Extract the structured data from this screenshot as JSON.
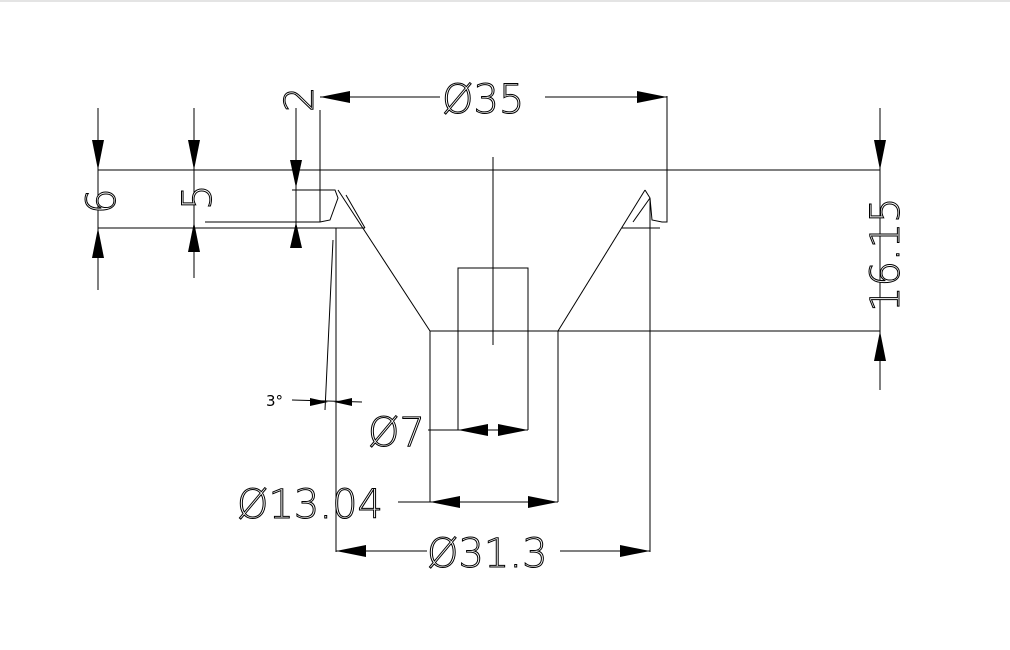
{
  "drawing": {
    "dimensions": {
      "dia_35": "Ø35",
      "dia_31_3": "Ø31.3",
      "dia_13_04": "Ø13.04",
      "dia_7": "Ø7",
      "height_16_15": "16.15",
      "height_6": "6",
      "height_5": "5",
      "height_2": "2",
      "draft_angle": "3°"
    }
  }
}
